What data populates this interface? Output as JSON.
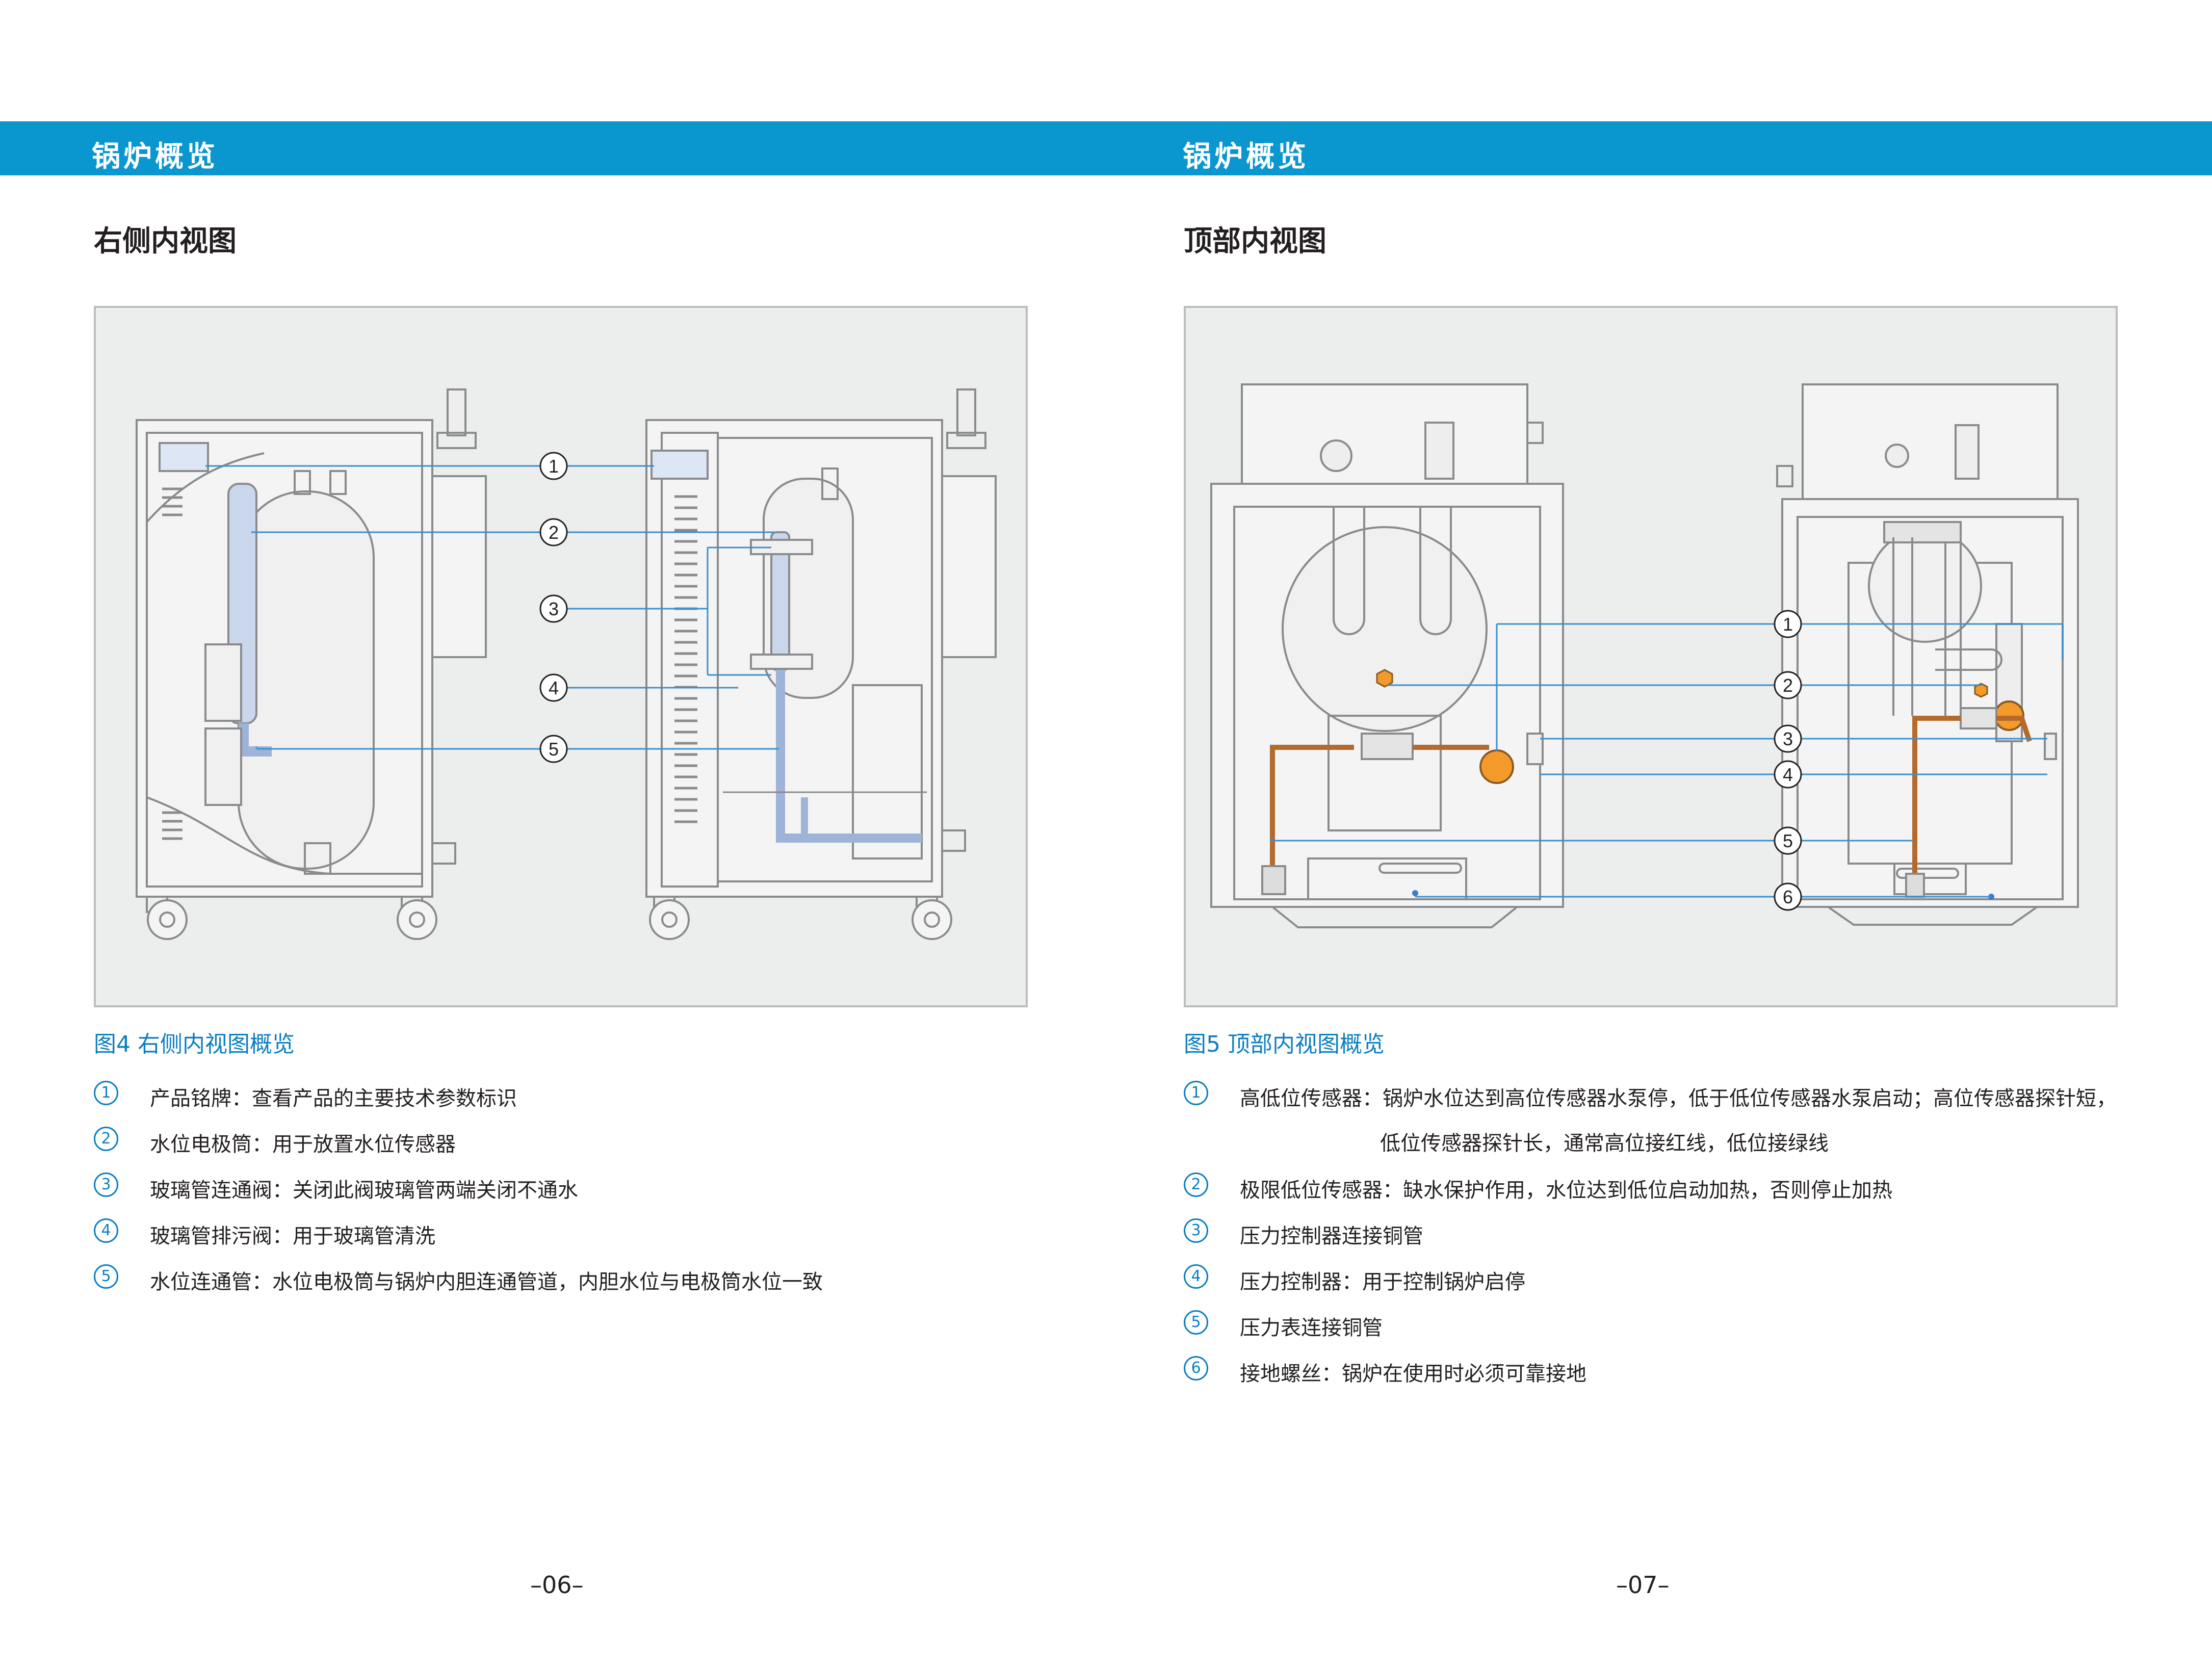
{
  "pages": [
    {
      "header": "锅炉概览",
      "section_title": "右侧内视图",
      "figure_caption": "图4 右侧内视图概览",
      "callouts": [
        "1",
        "2",
        "3",
        "4",
        "5"
      ],
      "legend": [
        {
          "num": "1",
          "text": "产品铭牌：查看产品的主要技术参数标识"
        },
        {
          "num": "2",
          "text": "水位电极筒：用于放置水位传感器"
        },
        {
          "num": "3",
          "text": "玻璃管连通阀：关闭此阀玻璃管两端关闭不通水"
        },
        {
          "num": "4",
          "text": "玻璃管排污阀：用于玻璃管清洗"
        },
        {
          "num": "5",
          "text": "水位连通管：水位电极筒与锅炉内胆连通管道，内胆水位与电极筒水位一致"
        }
      ],
      "page_number": "–06–"
    },
    {
      "header": "锅炉概览",
      "section_title": "顶部内视图",
      "figure_caption": "图5 顶部内视图概览",
      "callouts": [
        "1",
        "2",
        "3",
        "4",
        "5",
        "6"
      ],
      "legend": [
        {
          "num": "1",
          "text": "高低位传感器：锅炉水位达到高位传感器水泵停，低于低位传感器水泵启动；高位传感器探针短，",
          "text2": "低位传感器探针长，通常高位接红线，低位接绿线"
        },
        {
          "num": "2",
          "text": "极限低位传感器：缺水保护作用，水位达到低位启动加热，否则停止加热"
        },
        {
          "num": "3",
          "text": "压力控制器连接铜管"
        },
        {
          "num": "4",
          "text": "压力控制器：用于控制锅炉启停"
        },
        {
          "num": "5",
          "text": "压力表连接铜管"
        },
        {
          "num": "6",
          "text": "接地螺丝：锅炉在使用时必须可靠接地"
        }
      ],
      "page_number": "–07–"
    }
  ],
  "colors": {
    "band": "#0a97cf",
    "accent": "#0a7ec2",
    "panel": "#eceded",
    "pipe_blue": "#c9d6ec",
    "copper": "#b46a2c",
    "sensor": "#f39a2b"
  }
}
